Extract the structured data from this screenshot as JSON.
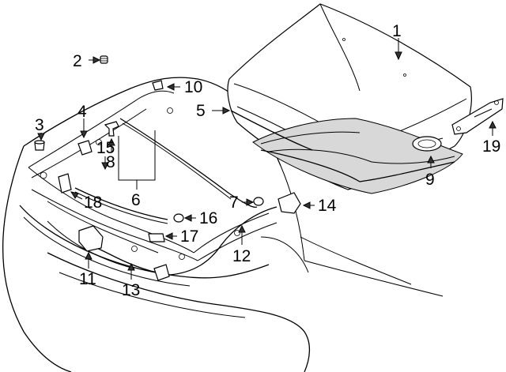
{
  "callouts": [
    {
      "id": "c1",
      "text": "1"
    },
    {
      "id": "c2",
      "text": "2"
    },
    {
      "id": "c3",
      "text": "3"
    },
    {
      "id": "c4",
      "text": "4"
    },
    {
      "id": "c5",
      "text": "5"
    },
    {
      "id": "c6",
      "text": "6"
    },
    {
      "id": "c7",
      "text": "7"
    },
    {
      "id": "c8",
      "text": "8"
    },
    {
      "id": "c9",
      "text": "9"
    },
    {
      "id": "c10",
      "text": "10"
    },
    {
      "id": "c11",
      "text": "11"
    },
    {
      "id": "c12",
      "text": "12"
    },
    {
      "id": "c13",
      "text": "13"
    },
    {
      "id": "c14",
      "text": "14"
    },
    {
      "id": "c15",
      "text": "15"
    },
    {
      "id": "c16",
      "text": "16"
    },
    {
      "id": "c17",
      "text": "17"
    },
    {
      "id": "c18",
      "text": "18"
    },
    {
      "id": "c19",
      "text": "19"
    }
  ]
}
